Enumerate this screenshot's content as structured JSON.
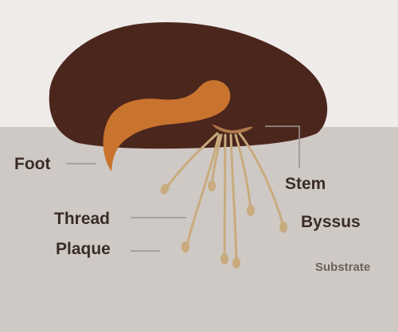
{
  "diagram": {
    "labels": {
      "foot": "Foot",
      "stem": "Stem",
      "thread": "Thread",
      "byssus": "Byssus",
      "plaque": "Plaque",
      "substrate": "Substrate"
    },
    "colors": {
      "sky": "#efebe9",
      "substrate": "#cfc9c5",
      "shell": "#4b261c",
      "foot": "#c8732e",
      "stem": "#b17a4e",
      "byssus_thread": "#c8ab7e",
      "leader_line": "#9a9592",
      "label_text": "#3a2c25",
      "substrate_text": "#6e615a"
    },
    "byssus_thread_count": 7
  }
}
